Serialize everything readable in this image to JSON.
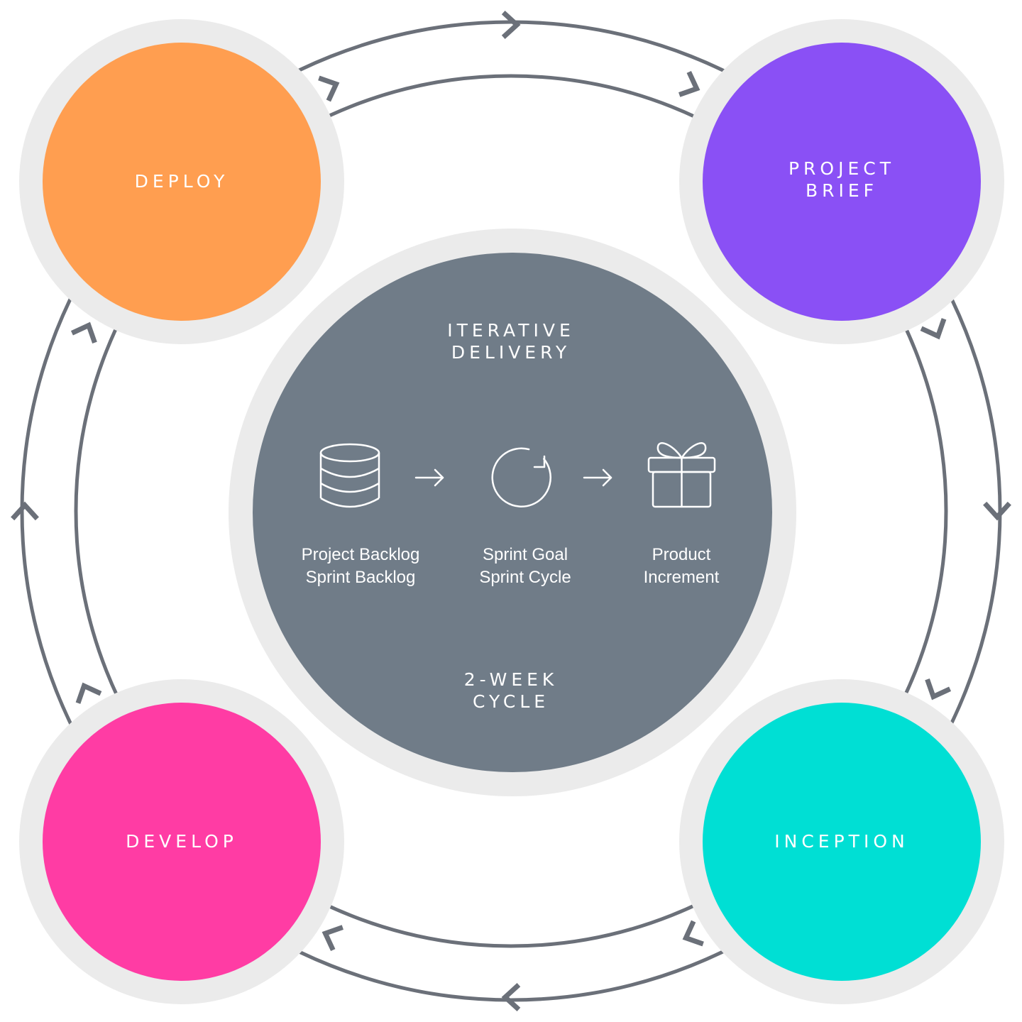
{
  "colors": {
    "ring_stroke": "#6b7079",
    "halo": "#ebebeb",
    "center_fill": "#707c88",
    "deploy": "#ff9e50",
    "project_brief": "#8a50f5",
    "inception": "#00dfd4",
    "develop": "#ff3ca4",
    "text": "#ffffff"
  },
  "phases": {
    "deploy": {
      "lines": [
        "DEPLOY"
      ]
    },
    "project_brief": {
      "lines": [
        "PROJECT",
        "BRIEF"
      ]
    },
    "inception": {
      "lines": [
        "INCEPTION"
      ]
    },
    "develop": {
      "lines": [
        "DEVELOP"
      ]
    }
  },
  "center": {
    "title_lines": [
      "ITERATIVE",
      "DELIVERY"
    ],
    "footer_lines": [
      "2-WEEK",
      "CYCLE"
    ],
    "steps": [
      {
        "icon": "database-icon",
        "lines": [
          "Project Backlog",
          "Sprint Backlog"
        ]
      },
      {
        "icon": "cycle-icon",
        "lines": [
          "Sprint Goal",
          "Sprint Cycle"
        ]
      },
      {
        "icon": "gift-icon",
        "lines": [
          "Product",
          "Increment"
        ]
      }
    ],
    "connectors": [
      "arrow-right-icon",
      "arrow-right-icon"
    ]
  },
  "flow": {
    "direction": "clockwise",
    "sequence": [
      "deploy",
      "project_brief",
      "inception",
      "develop"
    ]
  }
}
